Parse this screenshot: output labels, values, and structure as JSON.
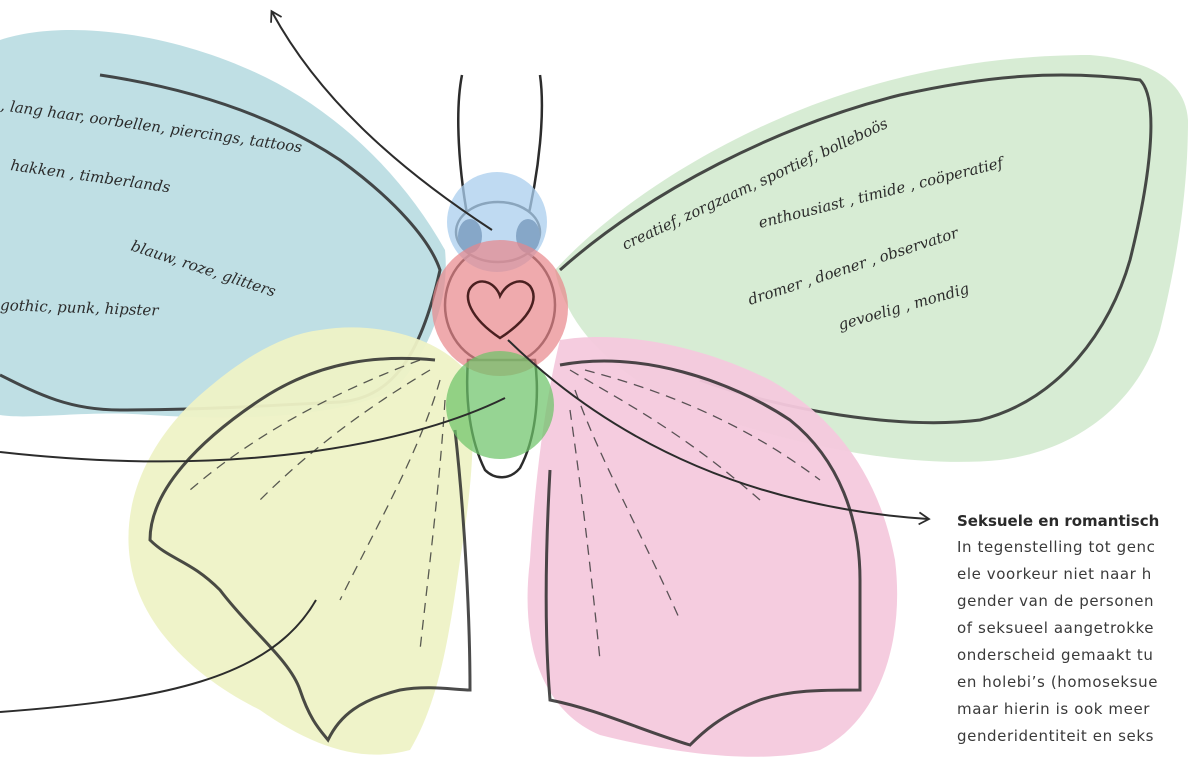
{
  "colors": {
    "blue_wing": "#bcdde3",
    "green_wing": "#d5ebd2",
    "yellow_wing": "#eef2c6",
    "pink_wing": "#f4c9dd",
    "head_circle": "#a9cdee",
    "heart_circle": "#e8868a",
    "belly_circle": "#6ec46a",
    "outline": "#2c2c2c"
  },
  "left_upper_wing_words": [
    ", lang haar, oorbellen, piercings, tattoos",
    "hakken ,  timberlands",
    "blauw, roze, glitters",
    "gothic, punk, hipster"
  ],
  "right_upper_wing_words": [
    "creatief,  zorgzaam, sportief,  bolleboös",
    "enthousiast ,  timide ,  coöperatief",
    "dromer ,  doener ,  observator",
    "gevoelig  ,  mondig"
  ],
  "caption": {
    "title": "Seksuele en romantisch",
    "lines": [
      "In tegenstelling tot genc",
      "ele voorkeur niet naar h",
      "gender van de personen",
      "of seksueel aangetrokke",
      "onderscheid gemaakt tu",
      "en holebi’s (homoseksue",
      "maar hierin is ook meer",
      "genderidentiteit en seks"
    ]
  }
}
